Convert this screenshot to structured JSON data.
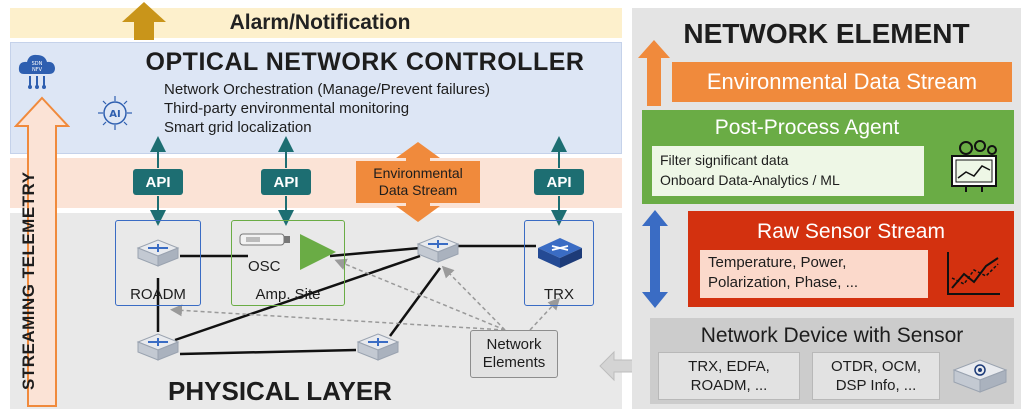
{
  "alarm": {
    "text": "Alarm/Notification"
  },
  "controller": {
    "title": "OPTICAL NETWORK CONTROLLER",
    "sdn_badge_top": "SDN",
    "sdn_badge_bottom": "NFV",
    "ai_label": "AI",
    "lines": [
      "Network Orchestration (Manage/Prevent failures)",
      "Third-party environmental monitoring",
      "Smart grid localization"
    ]
  },
  "api_band": {
    "api_label": "API",
    "env_stream": [
      "Environmental",
      "Data Stream"
    ]
  },
  "telemetry": {
    "text": "STREAMING TELEMETRY"
  },
  "physical": {
    "title": "PHYSICAL LAYER",
    "roadm": "ROADM",
    "amp_site": "Amp. Site",
    "osc": "OSC",
    "trx": "TRX",
    "network_elements": [
      "Network",
      "Elements"
    ]
  },
  "right": {
    "title": "NETWORK ELEMENT",
    "env_stream": "Environmental Data Stream",
    "ppa_title": "Post-Process Agent",
    "ppa_lines": [
      "Filter significant data",
      "Onboard Data-Analytics / ML"
    ],
    "raw_title": "Raw Sensor Stream",
    "raw_lines": [
      "Temperature, Power,",
      "Polarization, Phase, ..."
    ],
    "ndws_title": "Network Device with Sensor",
    "ndws_left": [
      "TRX, EDFA,",
      "ROADM, ..."
    ],
    "ndws_right": [
      "OTDR, OCM,",
      "DSP Info, ..."
    ]
  },
  "colors": {
    "orange": "#f08a3c",
    "teal": "#1d6e72",
    "green": "#6aac45",
    "red": "#d3310f",
    "blue_arrow": "#3a6cc4",
    "gold_arrow": "#c9951a"
  }
}
